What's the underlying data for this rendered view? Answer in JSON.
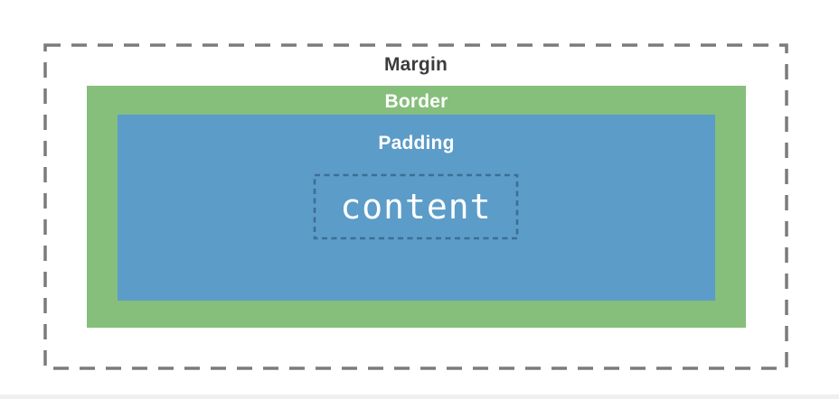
{
  "diagram": {
    "type": "css-box-model",
    "labels": {
      "margin": "Margin",
      "border": "Border",
      "padding": "Padding",
      "content": "content"
    },
    "colors": {
      "background": "#ffffff",
      "margin_dash": "#7b7b7b",
      "margin_text": "#3c3c3c",
      "border_fill": "#86be7c",
      "padding_fill": "#5c9cc9",
      "content_dash": "#3e6d94",
      "light_text": "#ffffff",
      "bottom_strip": "#eff0f2"
    }
  }
}
